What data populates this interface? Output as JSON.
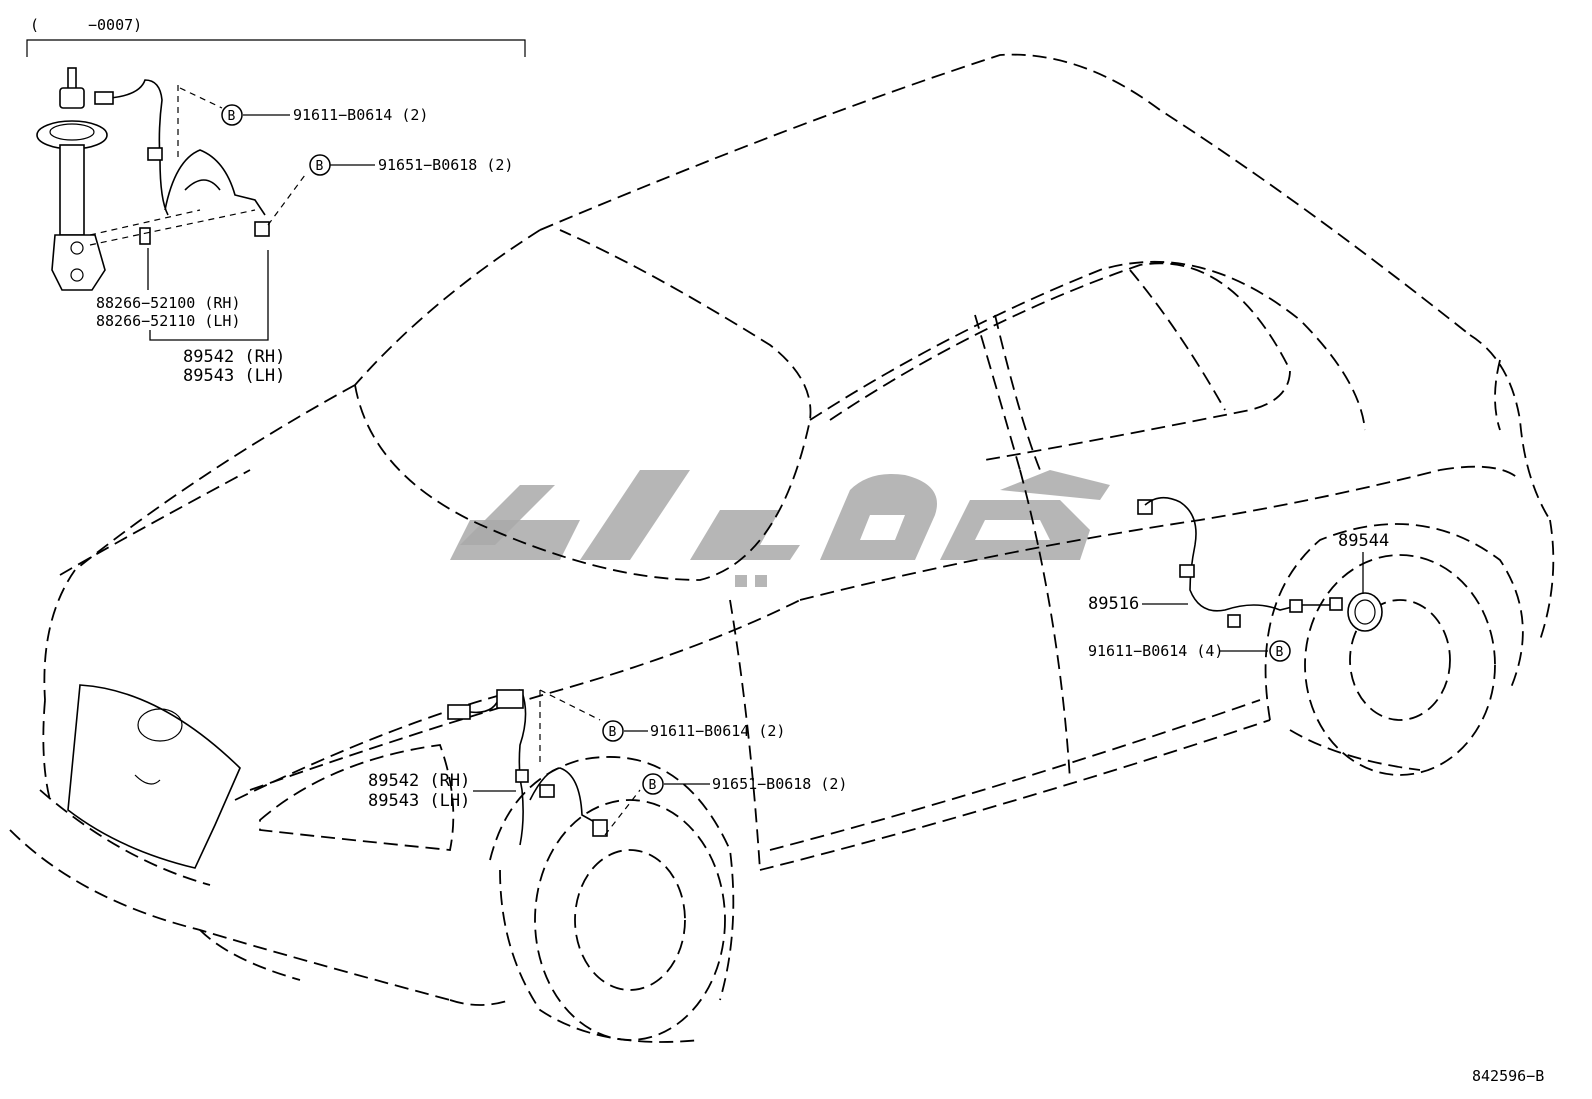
{
  "header": {
    "range_open": "(",
    "range_end": "−0007)"
  },
  "callouts": {
    "inset_bolt_1": "91611−B0614 (2)",
    "inset_bolt_2": "91651−B0618 (2)",
    "inset_clip_rh": "88266−52100 (RH)",
    "inset_clip_lh": "88266−52110 (LH)",
    "inset_sensor_rh": "89542 (RH)",
    "inset_sensor_lh": "89543 (LH)",
    "front_bolt_1": "91611−B0614 (2)",
    "front_bolt_2": "91651−B0618 (2)",
    "front_sensor_rh": "89542 (RH)",
    "front_sensor_lh": "89543 (LH)",
    "rear_sensor": "89516",
    "rear_bolt": "91611−B0614 (4)",
    "rear_rotor": "89544"
  },
  "symbol": {
    "bolt_marker": "B"
  },
  "footer": {
    "diagram_id": "842596−B"
  }
}
